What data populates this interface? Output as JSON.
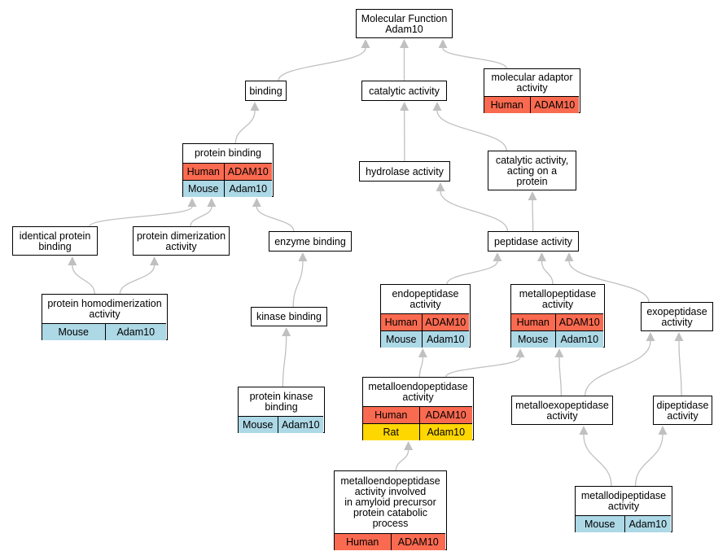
{
  "colors": {
    "edge": "#c0c0c0",
    "Human": "#fa6a50",
    "Mouse": "#add8e6",
    "Rat": "#ffd700"
  },
  "nodes": {
    "molecular_function": {
      "title": "Molecular Function\nAdam10",
      "annotations": []
    },
    "binding": {
      "title": "binding",
      "annotations": []
    },
    "catalytic_activity": {
      "title": "catalytic activity",
      "annotations": []
    },
    "molecular_adaptor": {
      "title": "molecular adaptor\nactivity",
      "annotations": [
        {
          "species": "Human",
          "gene": "ADAM10"
        }
      ]
    },
    "protein_binding": {
      "title": "protein binding",
      "annotations": [
        {
          "species": "Human",
          "gene": "ADAM10"
        },
        {
          "species": "Mouse",
          "gene": "Adam10"
        }
      ]
    },
    "hydrolase_activity": {
      "title": "hydrolase activity",
      "annotations": []
    },
    "catalytic_on_protein": {
      "title": "catalytic activity,\nacting on a\nprotein",
      "annotations": []
    },
    "identical_protein_binding": {
      "title": "identical protein\nbinding",
      "annotations": []
    },
    "protein_dimerization": {
      "title": "protein dimerization\nactivity",
      "annotations": []
    },
    "enzyme_binding": {
      "title": "enzyme binding",
      "annotations": []
    },
    "peptidase_activity": {
      "title": "peptidase activity",
      "annotations": []
    },
    "protein_homodimerization": {
      "title": "protein homodimerization\nactivity",
      "annotations": [
        {
          "species": "Mouse",
          "gene": "Adam10"
        }
      ]
    },
    "kinase_binding": {
      "title": "kinase binding",
      "annotations": []
    },
    "endopeptidase_activity": {
      "title": "endopeptidase\nactivity",
      "annotations": [
        {
          "species": "Human",
          "gene": "ADAM10"
        },
        {
          "species": "Mouse",
          "gene": "Adam10"
        }
      ]
    },
    "metallopeptidase_activity": {
      "title": "metallopeptidase\nactivity",
      "annotations": [
        {
          "species": "Human",
          "gene": "ADAM10"
        },
        {
          "species": "Mouse",
          "gene": "Adam10"
        }
      ]
    },
    "exopeptidase_activity": {
      "title": "exopeptidase\nactivity",
      "annotations": []
    },
    "protein_kinase_binding": {
      "title": "protein kinase\nbinding",
      "annotations": [
        {
          "species": "Mouse",
          "gene": "Adam10"
        }
      ]
    },
    "metalloendopeptidase_activity": {
      "title": "metalloendopeptidase\nactivity",
      "annotations": [
        {
          "species": "Human",
          "gene": "ADAM10"
        },
        {
          "species": "Rat",
          "gene": "Adam10"
        }
      ]
    },
    "metalloexopeptidase_activity": {
      "title": "metalloexopeptidase\nactivity",
      "annotations": []
    },
    "dipeptidase_activity": {
      "title": "dipeptidase\nactivity",
      "annotations": []
    },
    "metalloendopeptidase_amyloid": {
      "title": "metalloendopeptidase\nactivity involved\nin amyloid precursor\nprotein catabolic\nprocess",
      "annotations": [
        {
          "species": "Human",
          "gene": "ADAM10"
        }
      ]
    },
    "metallodipeptidase_activity": {
      "title": "metallodipeptidase\nactivity",
      "annotations": [
        {
          "species": "Mouse",
          "gene": "Adam10"
        }
      ]
    }
  },
  "edges": [
    [
      "binding",
      "molecular_function"
    ],
    [
      "catalytic_activity",
      "molecular_function"
    ],
    [
      "molecular_adaptor",
      "molecular_function"
    ],
    [
      "protein_binding",
      "binding"
    ],
    [
      "hydrolase_activity",
      "catalytic_activity"
    ],
    [
      "catalytic_on_protein",
      "catalytic_activity"
    ],
    [
      "identical_protein_binding",
      "protein_binding"
    ],
    [
      "protein_dimerization",
      "protein_binding"
    ],
    [
      "enzyme_binding",
      "protein_binding"
    ],
    [
      "peptidase_activity",
      "hydrolase_activity"
    ],
    [
      "peptidase_activity",
      "catalytic_on_protein"
    ],
    [
      "protein_homodimerization",
      "identical_protein_binding"
    ],
    [
      "protein_homodimerization",
      "protein_dimerization"
    ],
    [
      "kinase_binding",
      "enzyme_binding"
    ],
    [
      "protein_kinase_binding",
      "kinase_binding"
    ],
    [
      "endopeptidase_activity",
      "peptidase_activity"
    ],
    [
      "metallopeptidase_activity",
      "peptidase_activity"
    ],
    [
      "exopeptidase_activity",
      "peptidase_activity"
    ],
    [
      "metalloendopeptidase_activity",
      "endopeptidase_activity"
    ],
    [
      "metalloendopeptidase_activity",
      "metallopeptidase_activity"
    ],
    [
      "metalloexopeptidase_activity",
      "metallopeptidase_activity"
    ],
    [
      "metalloexopeptidase_activity",
      "exopeptidase_activity"
    ],
    [
      "dipeptidase_activity",
      "exopeptidase_activity"
    ],
    [
      "metalloendopeptidase_amyloid",
      "metalloendopeptidase_activity"
    ],
    [
      "metallodipeptidase_activity",
      "metalloexopeptidase_activity"
    ],
    [
      "metallodipeptidase_activity",
      "dipeptidase_activity"
    ]
  ]
}
